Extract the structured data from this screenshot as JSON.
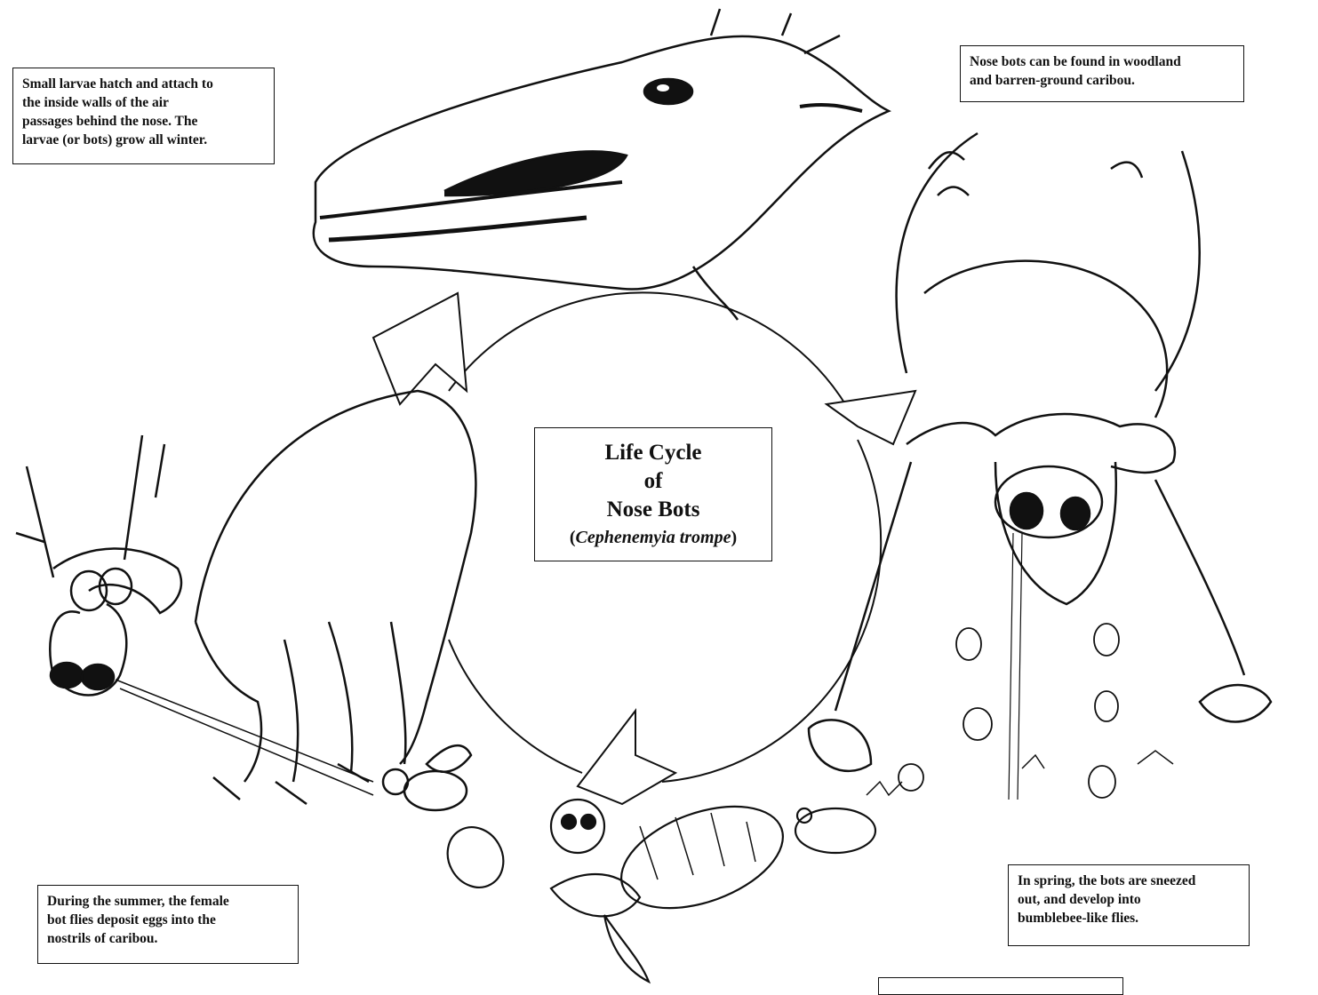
{
  "title": {
    "lines": [
      "Life Cycle",
      "of",
      "Nose Bots"
    ],
    "scientific_open": "(",
    "scientific_name": "Cephenemyia trompe",
    "scientific_close": ")"
  },
  "captions": {
    "larvae": [
      "Small larvae hatch and attach to",
      "the inside walls of the air",
      "passages behind the nose. The",
      "larvae (or bots) grow all winter."
    ],
    "woodland": [
      "Nose bots can be found in woodland",
      "and barren-ground caribou."
    ],
    "summer": [
      "During the summer, the female",
      "bot flies deposit eggs into the",
      "nostrils of caribou."
    ],
    "spring": [
      "In spring, the bots are sneezed",
      "out, and develop into",
      "bumblebee-like flies."
    ]
  },
  "illustrations": [
    "caribou-head-cross-section-icon",
    "sneezing-caribou-icon",
    "bot-fly-pupa-icon",
    "caribou-with-bot-fly-icon",
    "cycle-arrow-icon"
  ]
}
